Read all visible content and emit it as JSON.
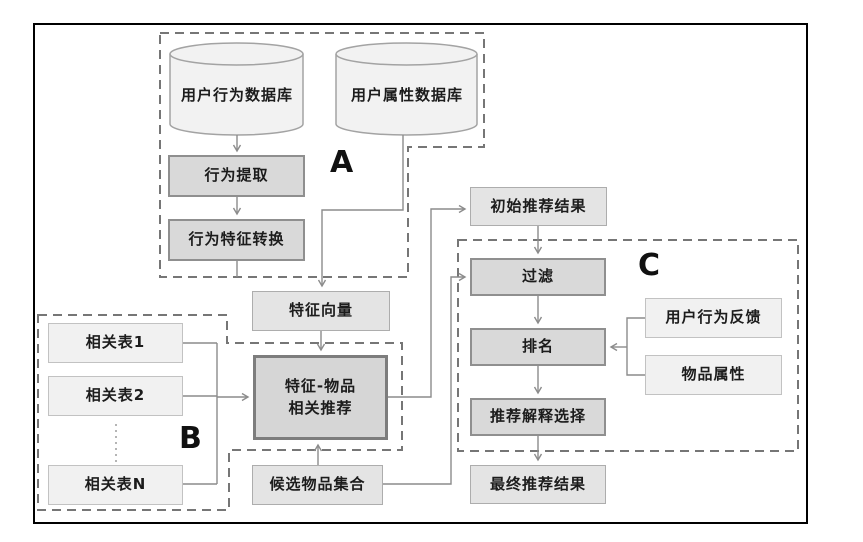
{
  "diagram": {
    "regions": {
      "a_label": "A",
      "b_label": "B",
      "c_label": "C"
    },
    "nodes": {
      "db_behavior": "用户行为数据库",
      "db_attribute": "用户属性数据库",
      "behavior_extract": "行为提取",
      "behavior_feature_convert": "行为特征转换",
      "feature_vector": "特征向量",
      "feature_item_rec": "特征-物品\n相关推荐",
      "table1": "相关表1",
      "table2": "相关表2",
      "tableN": "相关表N",
      "candidate_set": "候选物品集合",
      "initial_result": "初始推荐结果",
      "filter": "过滤",
      "ranking": "排名",
      "explain_select": "推荐解释选择",
      "final_result": "最终推荐结果",
      "feedback": "用户行为反馈",
      "item_attr": "物品属性"
    },
    "colors": {
      "frame": "#000000",
      "connector_line": "#8c8c8c",
      "dashed_region_border": "#767676",
      "process_fill": "#d9d9d9",
      "process_border": "#8f8f8f",
      "strong_process_fill": "#d6d6d6",
      "strong_process_border": "#7d7d7d",
      "io_fill": "#e4e4e4",
      "io_border": "#adadad",
      "light_fill": "#f1f1f1",
      "light_border": "#c2c2c2",
      "cylinder_fill": "#f2f2f2",
      "cylinder_border": "#a3a3a3",
      "text": "#1c1c1c"
    }
  }
}
